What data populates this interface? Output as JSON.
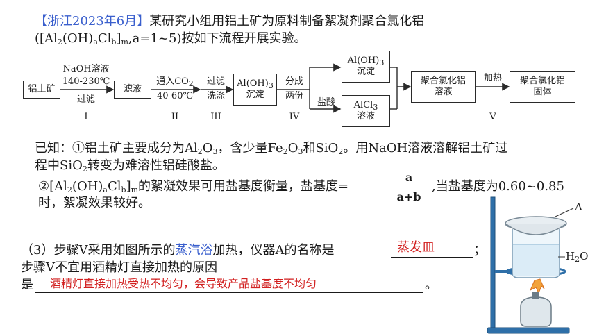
{
  "question": {
    "source_tag": "【浙江2023年6月】",
    "intro_a": "某研究小组用铝土矿为原料制备絮凝剂聚合氯化铝",
    "intro_b": "([Al",
    "intro_b_s1": "2",
    "intro_b_2": "(OH)",
    "intro_b_s2": "a",
    "intro_b_3": "Cl",
    "intro_b_s3": "b",
    "intro_b_4": "]",
    "intro_b_s4": "m",
    "intro_b_5": ",a=1~5)按如下流程开展实验。"
  },
  "flow": {
    "start": "铝土矿",
    "step1_top1": "NaOH溶液",
    "step1_top2": "140-230℃",
    "step1_bottom": "过滤",
    "step1_num": "I",
    "filtrate": "滤液",
    "step2_top1a": "通入CO",
    "step2_top1s": "2",
    "step2_top2": "40-60℃",
    "step2_num": "II",
    "step3_top1": "过滤",
    "step3_top2": "洗涤",
    "step3_num": "III",
    "precip_l1a": "Al(OH)",
    "precip_l1s": "3",
    "precip_l2": "沉淀",
    "step4_top1": "分成",
    "step4_top2": "两份",
    "step4_num": "IV",
    "upper_l1a": "Al(OH)",
    "upper_l1s": "3",
    "upper_l2": "沉淀",
    "hcl": "盐酸",
    "lower_l1a": "AlCl",
    "lower_l1s": "3",
    "lower_l2": "溶液",
    "solution_l1": "聚合氯化铝",
    "solution_l2": "溶液",
    "heat": "加热",
    "step5_num": "V",
    "solid_l1": "聚合氯化铝",
    "solid_l2": "固体"
  },
  "known": {
    "l1_a": "已知：①铝土矿主要成分为Al",
    "l1_s1": "2",
    "l1_b": "O",
    "l1_s2": "3",
    "l1_c": "，含少量Fe",
    "l1_s3": "2",
    "l1_d": "O",
    "l1_s4": "3",
    "l1_e": "和SiO",
    "l1_s5": "2",
    "l1_f": "。用NaOH溶液溶解铝土矿过",
    "l2_a": "程中SiO",
    "l2_s1": "2",
    "l2_b": "转变为难溶性铝硅酸盐。",
    "l3_a": "②[Al",
    "l3_s1": "2",
    "l3_b": "(OH)",
    "l3_s2": "a",
    "l3_c": "Cl",
    "l3_s3": "b",
    "l3_d": "]",
    "l3_s4": "m",
    "l3_e": "的絮凝效果可用盐基度衡量，盐基度=",
    "frac_num": "a",
    "frac_den": "a+b",
    "l3_f": ",当盐基度为0.60~0.85",
    "l4": "时，絮凝效果较好。"
  },
  "part3": {
    "l1_a": "（3）步骤V采用如图所示的",
    "l1_highlight": "蒸汽浴",
    "l1_b": "加热，仪器A的名称是",
    "l1_end": "；",
    "answer1": "蒸发皿",
    "l2": "步骤V不宜用酒精灯直接加热的原因",
    "l3_a": "是",
    "answer2": "酒精灯直接加热受热不均匀，会导致产品盐基度不均匀",
    "l3_end": "。"
  },
  "apparatus": {
    "label_a": "A",
    "label_h2o_a": "H",
    "label_h2o_s": "2",
    "label_h2o_b": "O"
  }
}
